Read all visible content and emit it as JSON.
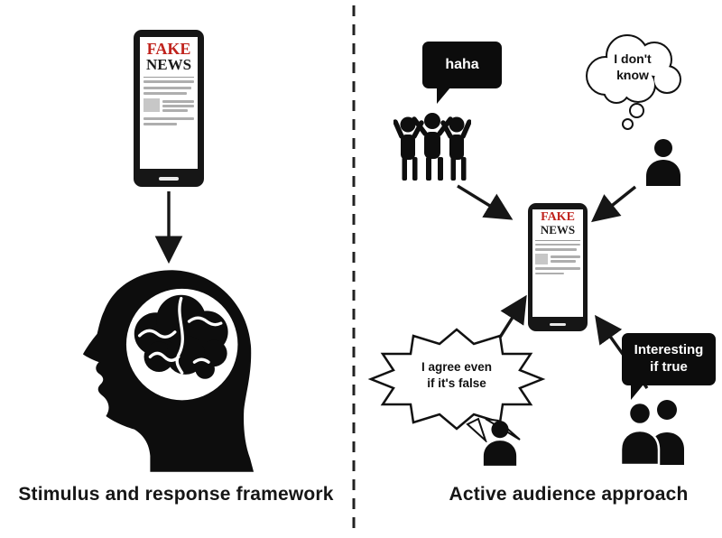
{
  "left_panel": {
    "caption": "Stimulus and response framework"
  },
  "right_panel": {
    "caption": "Active audience approach",
    "speech": {
      "haha": "haha",
      "dont_know": {
        "line1": "I don't",
        "line2": "know"
      },
      "agree": {
        "line1": "I agree even",
        "line2": "if it's false"
      },
      "interesting": {
        "line1": "Interesting",
        "line2": "if true"
      }
    }
  },
  "phone": {
    "headline_top": "FAKE",
    "headline_bottom": "NEWS"
  },
  "colors": {
    "headline_red": "#c0231d",
    "ink": "#111111",
    "bubble_black": "#0c0c0c"
  }
}
